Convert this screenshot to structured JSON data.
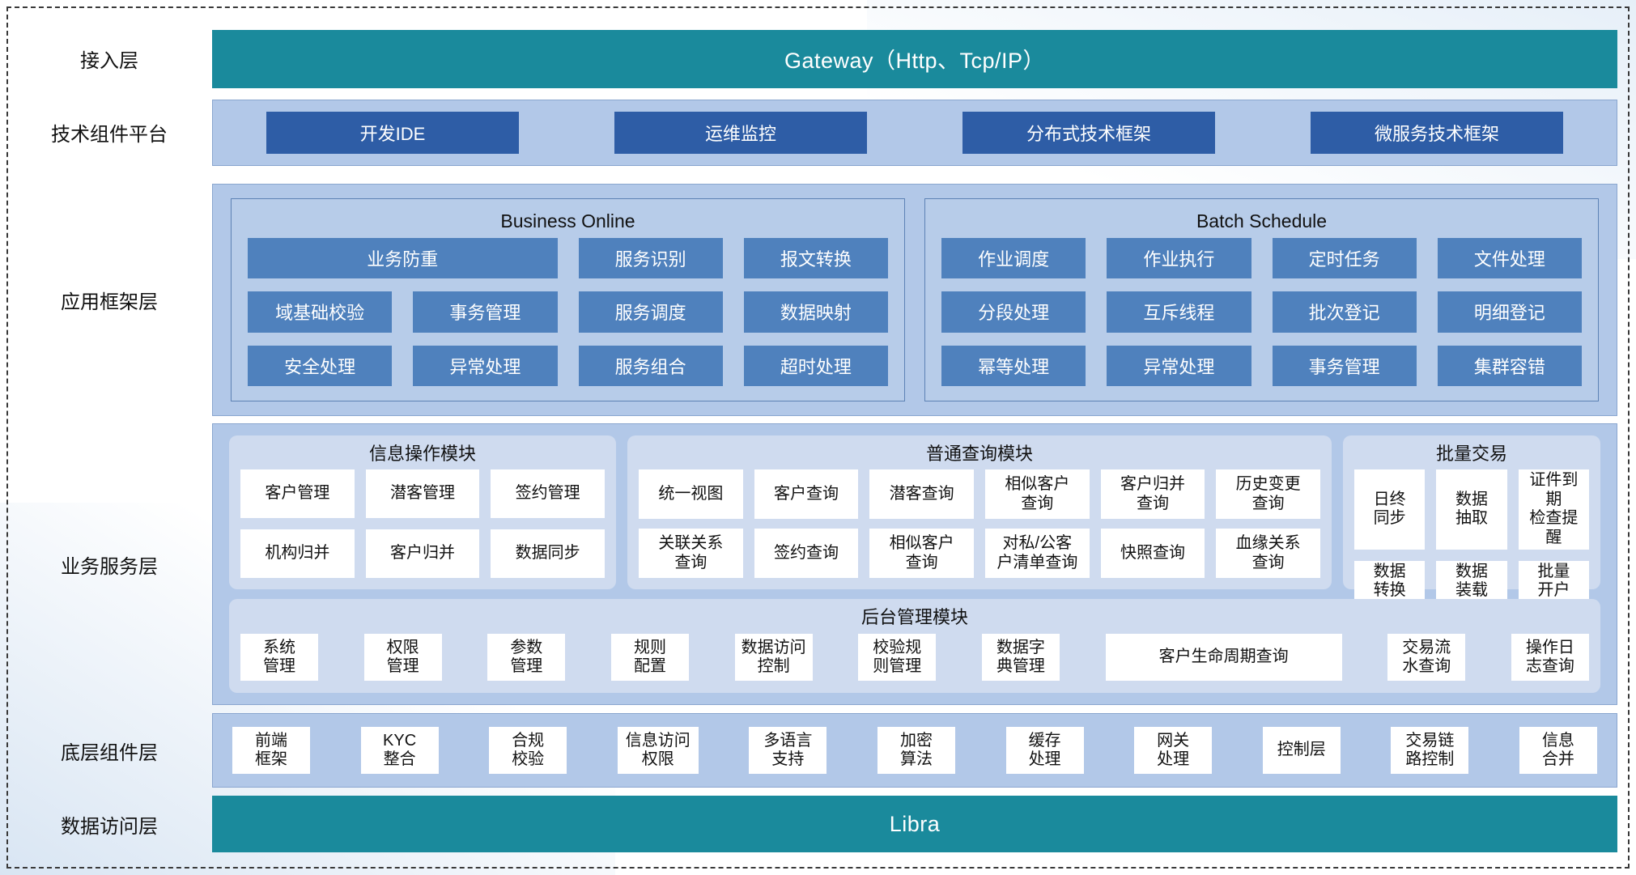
{
  "colors": {
    "teal_bar": "#1a8a9c",
    "band_blue": "#b2c8e8",
    "dark_blue_button": "#2e5da6",
    "mid_blue_button": "#4f81bd",
    "panel_blue": "#cfdbef",
    "item_white": "#ffffff"
  },
  "layers": {
    "access": {
      "label": "接入层",
      "bar": "Gateway（Http、Tcp/IP）"
    },
    "tech_platform": {
      "label": "技术组件平台",
      "items": [
        "开发IDE",
        "运维监控",
        "分布式技术框架",
        "微服务技术框架"
      ]
    },
    "app_framework": {
      "label": "应用框架层",
      "business_online": {
        "title": "Business Online",
        "items": [
          {
            "label": "业务防重",
            "cls": "span2"
          },
          "服务识别",
          "报文转换",
          "域基础校验",
          "事务管理",
          "服务调度",
          "数据映射",
          "安全处理",
          "异常处理",
          "服务组合",
          "超时处理"
        ]
      },
      "batch_schedule": {
        "title": "Batch Schedule",
        "items": [
          "作业调度",
          "作业执行",
          "定时任务",
          "文件处理",
          "分段处理",
          "互斥线程",
          "批次登记",
          "明细登记",
          "幂等处理",
          "异常处理",
          "事务管理",
          "集群容错"
        ]
      }
    },
    "business_service": {
      "label": "业务服务层",
      "info_ops": {
        "title": "信息操作模块",
        "items": [
          "客户管理",
          "潜客管理",
          "签约管理",
          "机构归并",
          "客户归并",
          "数据同步"
        ]
      },
      "common_query": {
        "title": "普通查询模块",
        "items": [
          "统一视图",
          "客户查询",
          "潜客查询",
          "相似客户\n查询",
          "客户归并\n查询",
          "历史变更\n查询",
          "关联关系\n查询",
          "签约查询",
          "相似客户\n查询",
          "对私/公客\n户清单查询",
          "快照查询",
          "血缘关系\n查询"
        ]
      },
      "batch_trade": {
        "title": "批量交易",
        "items": [
          "日终\n同步",
          "数据\n抽取",
          "证件到期\n检查提醒",
          "数据\n转换",
          "数据\n装载",
          "批量\n开户"
        ]
      },
      "backend_mgmt": {
        "title": "后台管理模块",
        "items": [
          "系统\n管理",
          "权限\n管理",
          "参数\n管理",
          "规则\n配置",
          "数据访问\n控制",
          "校验规\n则管理",
          "数据字\n典管理",
          {
            "label": "客户生命周期查询",
            "cls": "wide"
          },
          "交易流\n水查询",
          "操作日\n志查询"
        ]
      }
    },
    "base_components": {
      "label": "底层组件层",
      "items": [
        "前端\n框架",
        "KYC\n整合",
        "合规\n校验",
        "信息访问\n权限",
        "多语言\n支持",
        "加密\n算法",
        "缓存\n处理",
        "网关\n处理",
        "控制层",
        "交易链\n路控制",
        "信息\n合并"
      ]
    },
    "data_access": {
      "label": "数据访问层",
      "bar": "Libra"
    }
  }
}
